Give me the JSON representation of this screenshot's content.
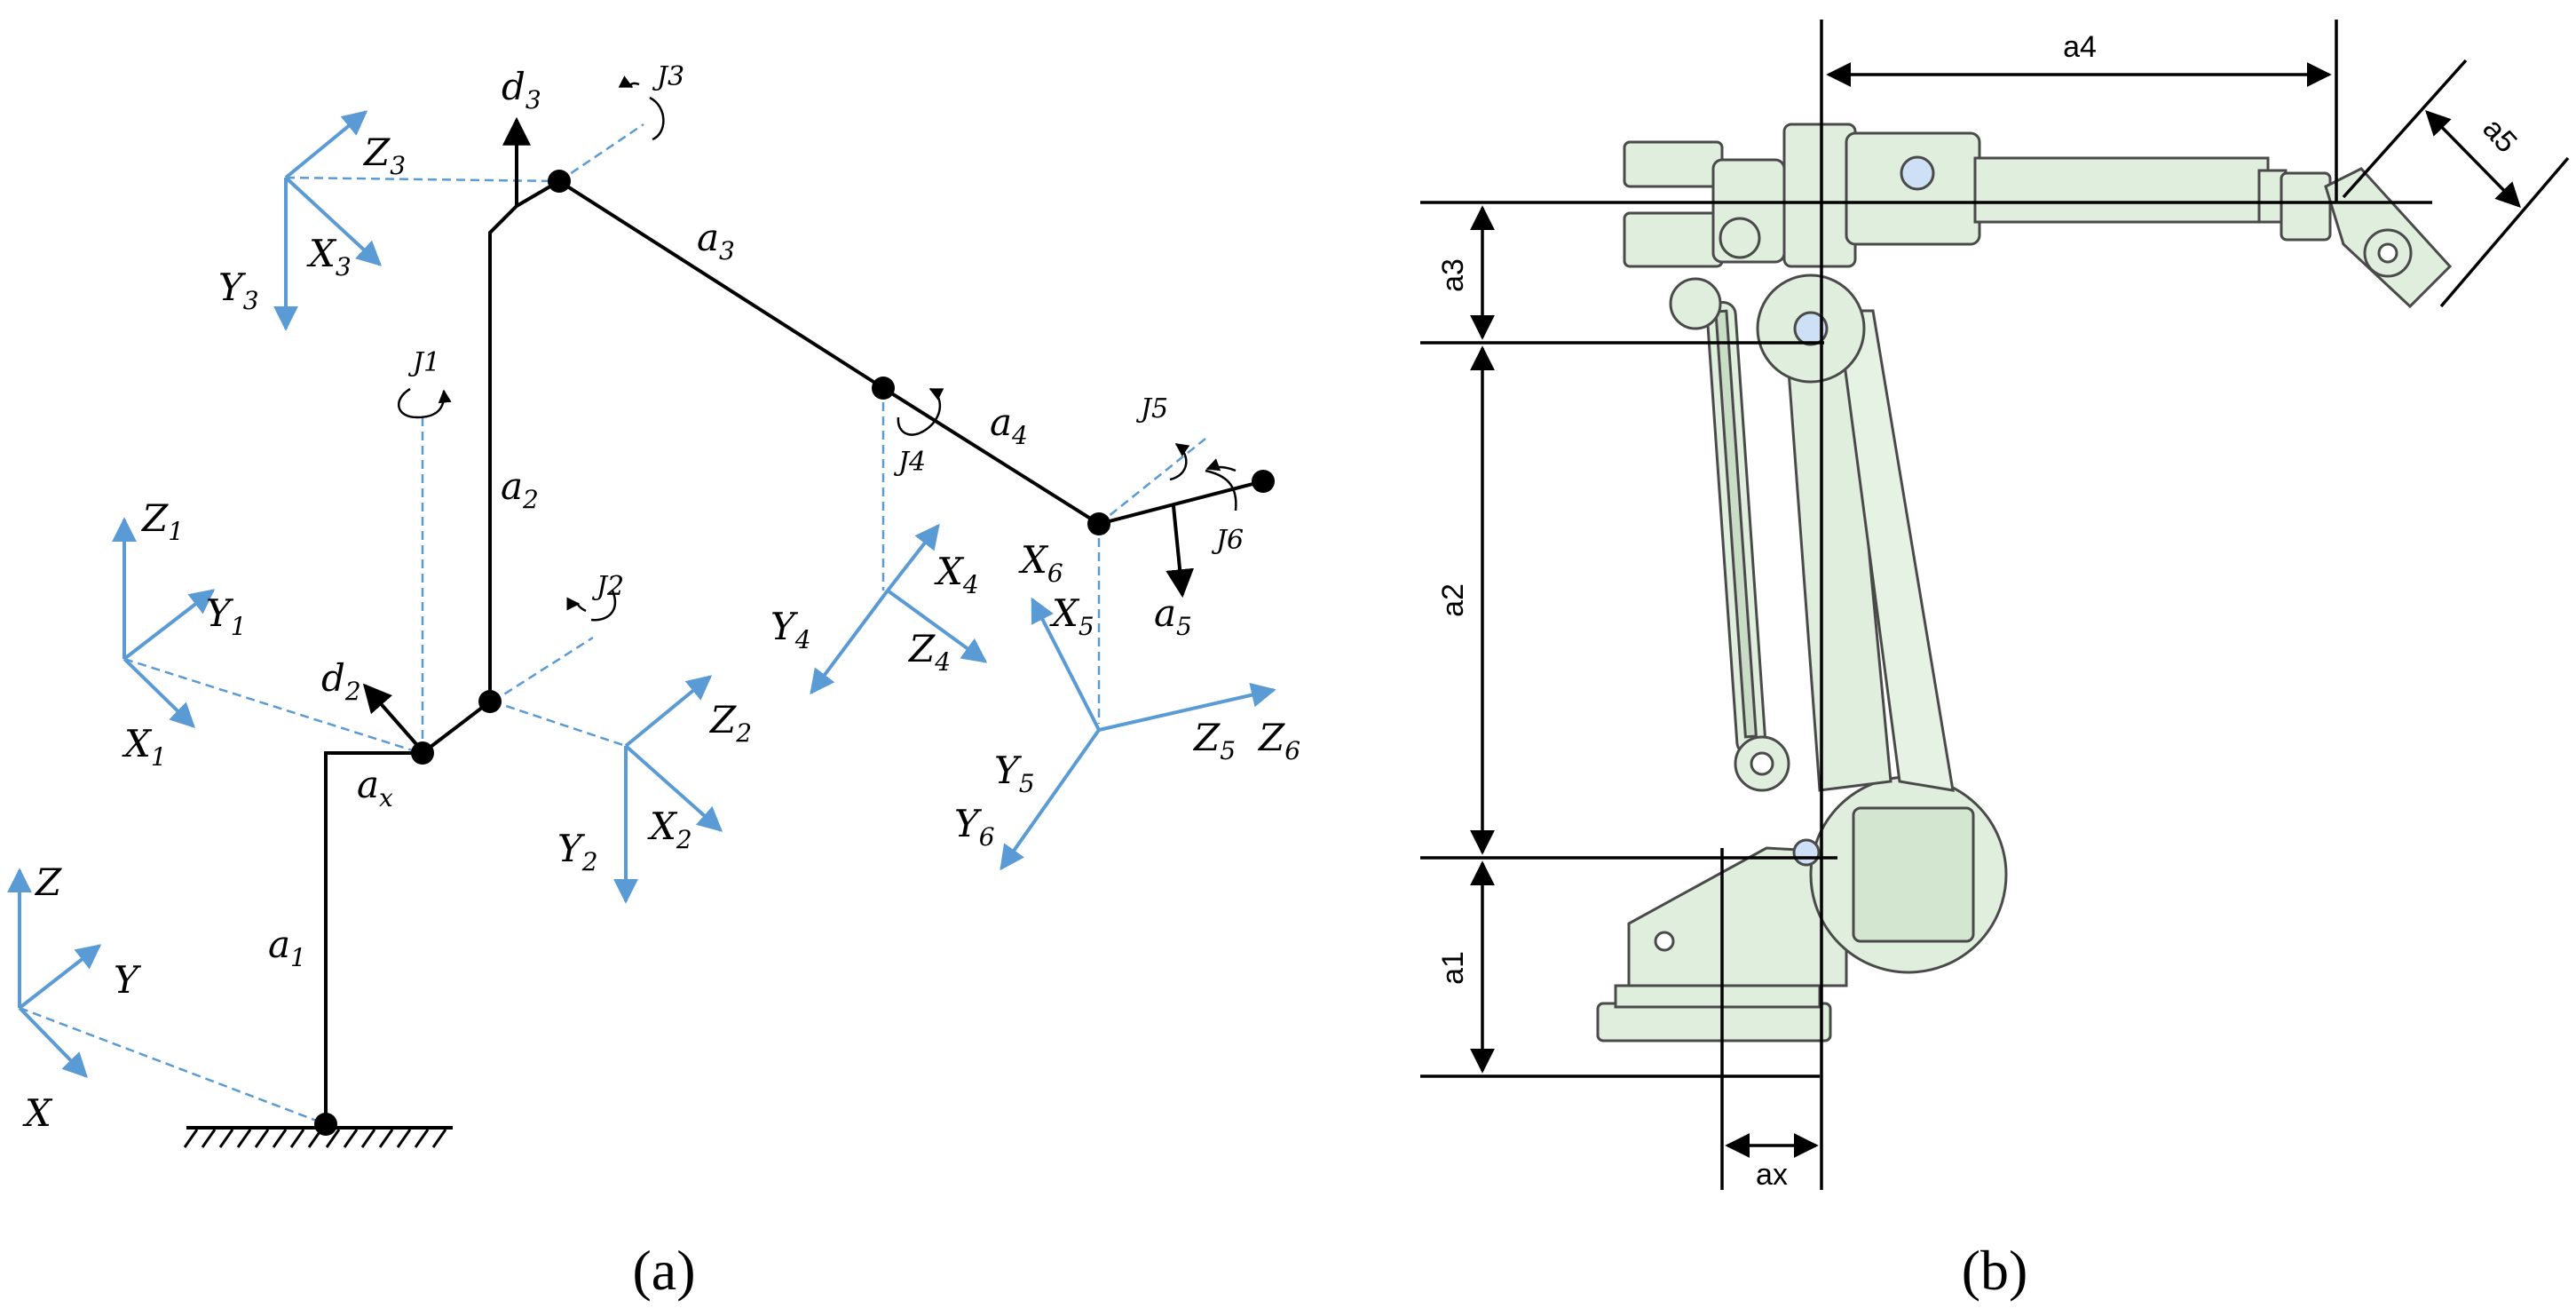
{
  "panel_a": {
    "caption": "(a)",
    "world_axes": {
      "z": "Z",
      "y": "Y",
      "x": "X"
    },
    "frame1": {
      "z": "Z",
      "z_sub": "1",
      "y": "Y",
      "y_sub": "1",
      "x": "X",
      "x_sub": "1"
    },
    "frame2": {
      "z": "Z",
      "z_sub": "2",
      "y": "Y",
      "y_sub": "2",
      "x": "X",
      "x_sub": "2"
    },
    "frame3": {
      "z": "Z",
      "z_sub": "3",
      "y": "Y",
      "y_sub": "3",
      "x": "X",
      "x_sub": "3"
    },
    "frame4": {
      "z": "Z",
      "z_sub": "4",
      "y": "Y",
      "y_sub": "4",
      "x": "X",
      "x_sub": "4"
    },
    "frame56": {
      "x6": "X",
      "x6_sub": "6",
      "x5": "X",
      "x5_sub": "5",
      "y5": "Y",
      "y5_sub": "5",
      "y6": "Y",
      "y6_sub": "6",
      "z5": "Z",
      "z5_sub": "5",
      "z6": "Z",
      "z6_sub": "6"
    },
    "joints": {
      "j1": "J1",
      "j2": "J2",
      "j3": "J3",
      "j4": "J4",
      "j5": "J5",
      "j6": "J6"
    },
    "links": {
      "a": "a",
      "d": "d",
      "a1_sub": "1",
      "a2_sub": "2",
      "a3_sub": "3",
      "a4_sub": "4",
      "a5_sub": "5",
      "ax_sub": "x",
      "d2_sub": "2",
      "d3_sub": "3"
    }
  },
  "panel_b": {
    "caption": "(b)",
    "dimensions": {
      "a1": "a1",
      "a2": "a2",
      "a3": "a3",
      "a4": "a4",
      "a5": "a5",
      "ax": "ax"
    },
    "robot_color": "#dfeedd",
    "robot_outline": "#4a4a4a"
  },
  "colors": {
    "frame_axes": "#5b9bd5",
    "links": "#000000"
  }
}
